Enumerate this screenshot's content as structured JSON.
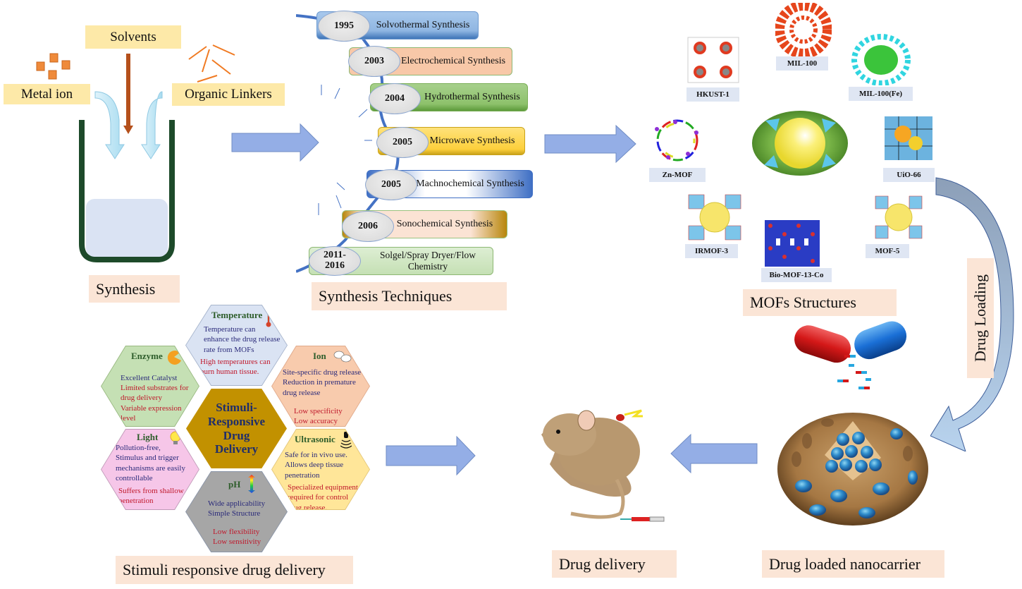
{
  "synthesis": {
    "solvents": "Solvents",
    "metal_ion": "Metal ion",
    "organic_linkers": "Organic Linkers",
    "caption": "Synthesis"
  },
  "techniques": {
    "caption": "Synthesis Techniques",
    "items": [
      {
        "year": "1995",
        "name": "Solvothermal Synthesis"
      },
      {
        "year": "2003",
        "name": "Electrochemical Synthesis"
      },
      {
        "year": "2004",
        "name": "Hydrothermal Synthesis"
      },
      {
        "year": "2005",
        "name": "Microwave Synthesis"
      },
      {
        "year": "2005",
        "name": "Machnochemical Synthesis"
      },
      {
        "year": "2006",
        "name": "Sonochemical Synthesis"
      },
      {
        "year": "2011-\n2016",
        "name": "Solgel/Spray Dryer/Flow\nChemistry"
      }
    ]
  },
  "mofs": {
    "caption": "MOFs Structures",
    "structures": [
      "HKUST-1",
      "MIL-100",
      "MIL-100(Fe)",
      "Zn-MOF",
      "UiO-66",
      "IRMOF-3",
      "Bio-MOF-13-Co",
      "MOF-5"
    ]
  },
  "drug_loading": {
    "label": "Drug Loading"
  },
  "nanocarrier": {
    "caption": "Drug loaded nanocarrier"
  },
  "delivery": {
    "caption": "Drug delivery"
  },
  "stimuli": {
    "caption": "Stimuli  responsive drug delivery",
    "center": "Stimuli-\nResponsive\nDrug\nDelivery",
    "temperature": {
      "title": "Temperature",
      "pros": "Temperature can\nenhance the drug release\nrate from MOFs",
      "cons": "High temperatures can\nburn human tissue."
    },
    "enzyme": {
      "title": "Enzyme",
      "pros": "Excellent Catalyst",
      "cons": "Limited substrates for\ndrug delivery\nVariable expression\nlevel"
    },
    "ion": {
      "title": "Ion",
      "pros": "Site-specific drug release\nReduction in premature\ndrug release",
      "cons": "Low specificity\nLow accuracy"
    },
    "light": {
      "title": "Light",
      "pros": "Pollution-free,\nStimulus and trigger\nmechanisms are easily\ncontrollable",
      "cons": "Suffers from shallow\npenetration"
    },
    "ultrasonic": {
      "title": "Ultrasonic",
      "pros": "Safe for in vivo use.\nAllows deep tissue\npenetration",
      "cons": "Specialized equipment\nrequired for control\ndrug release."
    },
    "ph": {
      "title": "pH",
      "pros": "Wide applicability\nSimple Structure",
      "cons": "Low flexibility\nLow sensitivity"
    }
  },
  "colors": {
    "arrow": "#94aee6",
    "label_yellow": "#fde9a8",
    "label_peach": "#fbe5d6",
    "beaker": "#1d4a2a",
    "center_hex": "#c29100"
  }
}
